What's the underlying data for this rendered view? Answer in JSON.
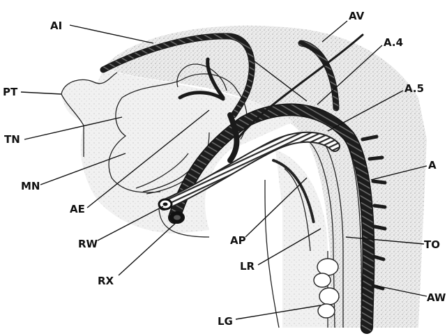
{
  "figure": {
    "labels": {
      "AI": "AI",
      "AV": "AV",
      "A4": "A.4",
      "A5": "A.5",
      "PT": "PT",
      "TN": "TN",
      "MN": "MN",
      "A": "A",
      "AE": "AE",
      "RW": "RW",
      "AP": "AP",
      "TO": "TO",
      "LR": "LR",
      "RX": "RX",
      "AW": "AW",
      "LG": "LG"
    }
  }
}
